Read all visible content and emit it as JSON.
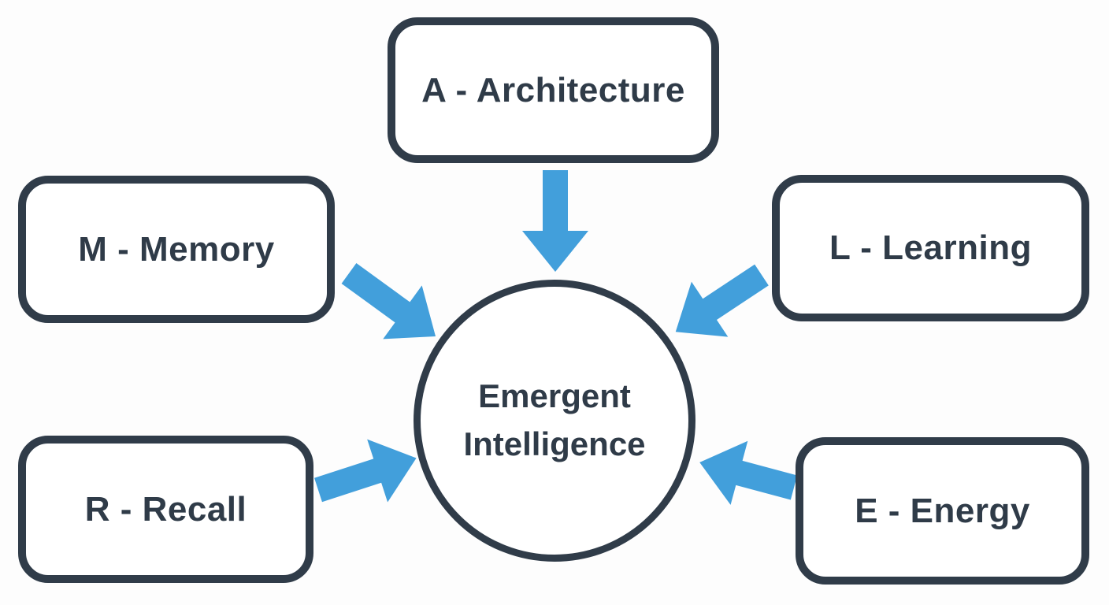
{
  "diagram": {
    "center": {
      "label": "Emergent Intelligence",
      "label_lines": [
        "Emergent",
        "Intelligence"
      ]
    },
    "nodes": [
      {
        "id": "architecture",
        "label": "A - Architecture"
      },
      {
        "id": "memory",
        "label": "M - Memory"
      },
      {
        "id": "learning",
        "label": "L - Learning"
      },
      {
        "id": "recall",
        "label": "R - Recall"
      },
      {
        "id": "energy",
        "label": "E - Energy"
      }
    ],
    "arrows": [
      {
        "id": "architecture-to-center",
        "from": "architecture",
        "to": "center"
      },
      {
        "id": "memory-to-center",
        "from": "memory",
        "to": "center"
      },
      {
        "id": "learning-to-center",
        "from": "learning",
        "to": "center"
      },
      {
        "id": "recall-to-center",
        "from": "recall",
        "to": "center"
      },
      {
        "id": "energy-to-center",
        "from": "energy",
        "to": "center"
      }
    ],
    "colors": {
      "accent": "#429fdb",
      "outline": "#303c49",
      "background": "#fdfdfd",
      "node_fill": "#ffffff",
      "text": "#2f3b48"
    }
  }
}
